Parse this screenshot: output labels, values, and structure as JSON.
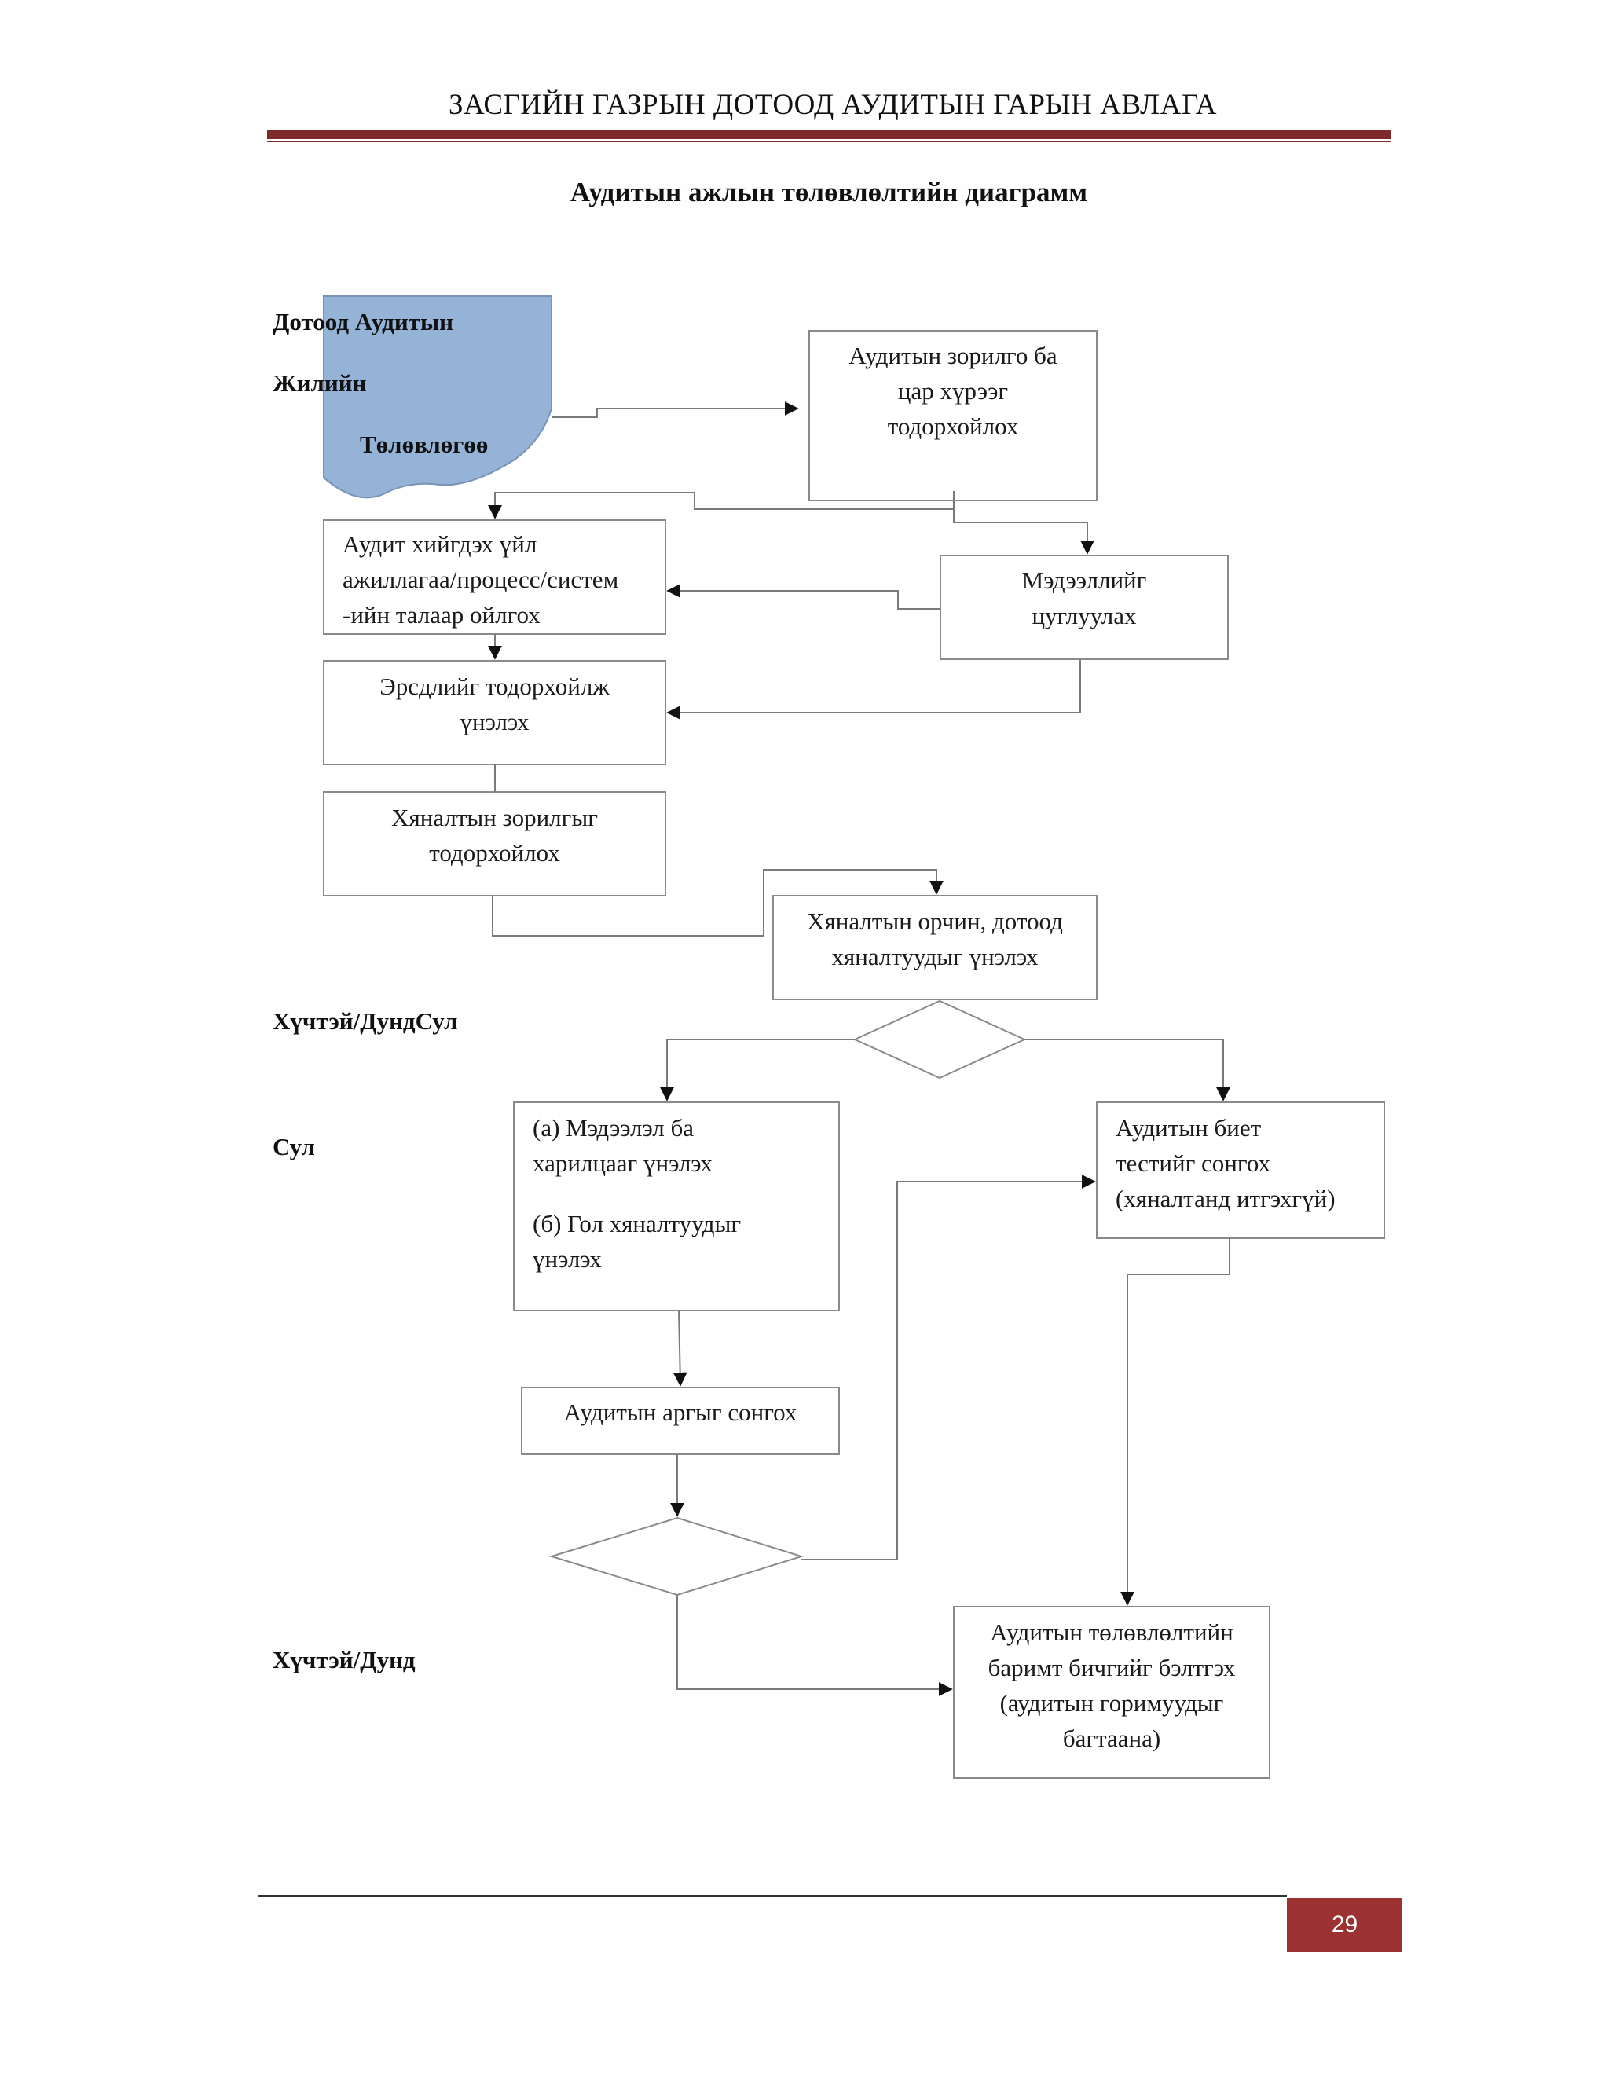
{
  "header": {
    "title": "ЗАСГИЙН ГАЗРЫН ДОТООД АУДИТЫН ГАРЫН АВЛАГА",
    "accent_color": "#7d2a2a"
  },
  "diagram": {
    "title": "Аудитын ажлын төлөвлөлтийн диаграмм",
    "doc_shape": {
      "line1": "Дотоод Аудитын",
      "line2": "Жилийн",
      "line3": "Төлөвлөгөө",
      "fill_color": "#95b3d7"
    },
    "nodes": {
      "scope": "Аудитын зорилго ба\nцар хүрээг\nтодорхойлох",
      "understand": "Аудит хийгдэх үйл\nажиллагаа/процесс/систем\n-ийн талаар ойлгох",
      "collect": "Мэдээллийг\nцуглуулах",
      "risk": "Эрсдлийг тодорхойлж\nүнэлэх",
      "control_objectives": "Хяналтын зорилгыг\nтодорхойлох",
      "control_env": "Хяналтын орчин, дотоод\nхяналтуудыг үнэлэх",
      "assess_info": "(а) Мэдээлэл ба\nхарилцааг үнэлэх",
      "assess_key": "(б) Гол хяналтуудыг\nүнэлэх",
      "substantive": "Аудитын биет\nтестийг сонгох\n(хяналтанд итгэхгүй)",
      "method": "Аудитын аргыг сонгох",
      "planning_doc": "Аудитын төлөвлөлтийн\nбаримт бичгийг бэлтгэх\n(аудитын горимуудыг\nбагтаана)"
    },
    "side_labels": {
      "strong_medium_weak": "Хүчтэй/ДундСул",
      "weak": "Сул",
      "strong_medium": "Хүчтэй/Дунд"
    }
  },
  "footer": {
    "page_number": "29",
    "badge_color": "#9b3131"
  }
}
